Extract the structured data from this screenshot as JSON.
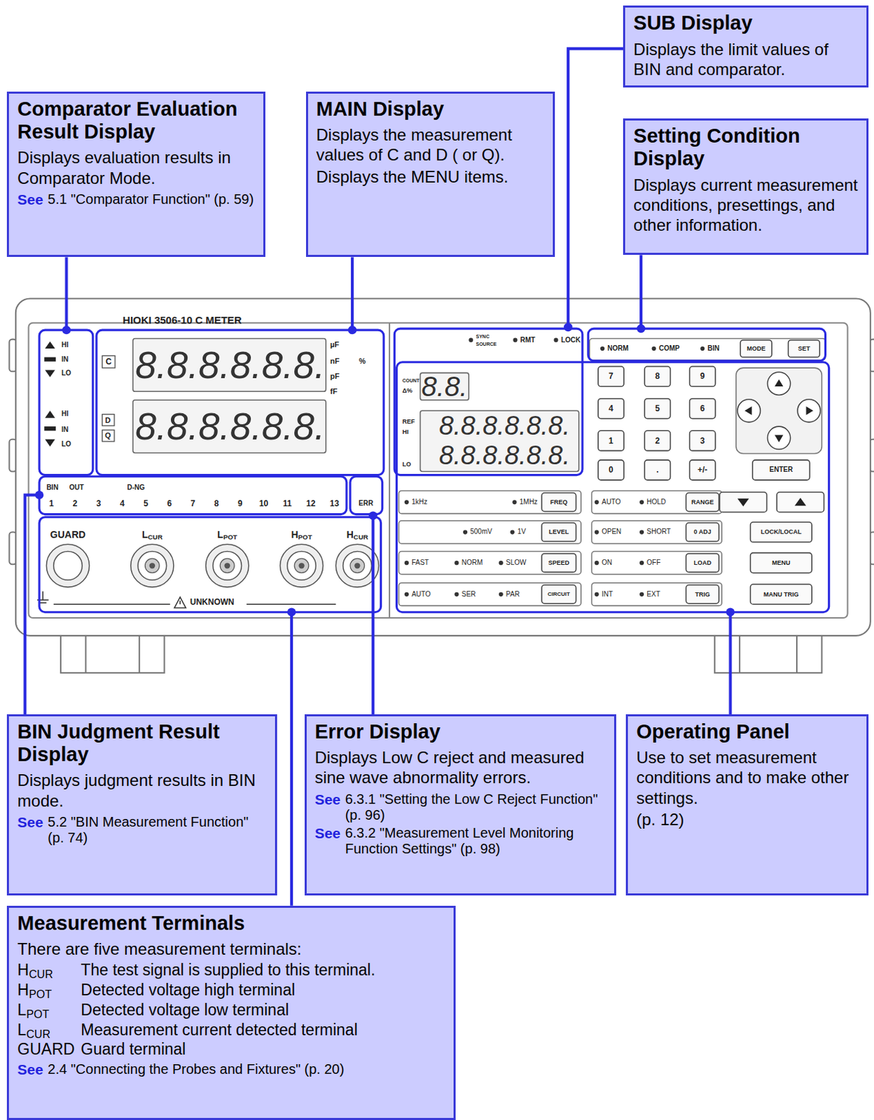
{
  "diagram": {
    "nodes": [
      {
        "text": [
          "SUB Display",
          "Displays the limit values of BIN and comparator."
        ]
      },
      {
        "text": [
          "Comparator Evaluation Result Display",
          "Displays evaluation results in Comparator Mode.",
          "See",
          "5.1 \"Comparator Function\" (p. 59)"
        ]
      },
      {
        "text": [
          "MAIN Display",
          "Displays the measurement values of C and D ( or Q).",
          "Displays the MENU items."
        ]
      },
      {
        "text": [
          "Setting Condition Display",
          "Displays current measurement conditions, presettings, and other information."
        ]
      },
      {
        "text": [
          "BIN Judgment Result Display",
          "Displays judgment results in BIN mode.",
          "See",
          "5.2 \"BIN Measurement Function\" (p. 74)"
        ]
      },
      {
        "text": [
          "Error Display",
          "Displays Low C reject and measured sine wave abnormality errors.",
          "See",
          "6.3.1 \"Setting the Low C Reject Function\" (p. 96)",
          "See",
          "6.3.2 \"Measurement Level Monitoring Function Settings\" (p. 98)"
        ]
      },
      {
        "text": [
          "Operating Panel",
          "Use to set measurement conditions and to make other settings.",
          "(p. 12)"
        ]
      },
      {
        "text": [
          "Measurement Terminals",
          "There are five measurement terminals:",
          "HCUR",
          "The test signal is supplied to this terminal.",
          "HPOT",
          "Detected voltage high terminal",
          "LPOT",
          "Detected voltage low terminal",
          "LCUR",
          "Measurement current detected terminal",
          "GUARD",
          "Guard terminal",
          "See",
          "2.4 \"Connecting the Probes and Fixtures\" (p. 20)"
        ]
      }
    ],
    "labels": [
      "HIOKI 3506-10 C METER",
      "HI",
      "IN",
      "LO",
      "HI",
      "IN",
      "LO",
      "C",
      "8.8.8.8.8.8.",
      "µF",
      "nF",
      "pF",
      "fF",
      "%",
      "D",
      "Q",
      "8.8.8.8.8.8.",
      "BIN",
      "OUT",
      "D-NG",
      "1",
      "2",
      "3",
      "4",
      "5",
      "6",
      "7",
      "8",
      "9",
      "10",
      "11",
      "12",
      "13",
      "ERR",
      "GUARD",
      "LCUR",
      "LPOT",
      "HPOT",
      "HCUR",
      "UNKNOWN",
      "SYNC",
      "SOURCE",
      "RMT",
      "LOCK",
      "COUNT",
      "Δ%",
      "8.8.",
      "REF",
      "HI",
      "8.8.8.8.8.8.",
      "LO",
      "8.8.8.8.8.8.",
      "NORM",
      "COMP",
      "BIN",
      "MODE",
      "SET",
      "7",
      "8",
      "9",
      "4",
      "5",
      "6",
      "1",
      "2",
      "3",
      "0",
      ".",
      "+/-",
      "ENTER",
      "1kHz",
      "1MHz",
      "FREQ",
      "AUTO",
      "HOLD",
      "RANGE",
      "500mV",
      "1V",
      "LEVEL",
      "OPEN",
      "SHORT",
      "0 ADJ",
      "LOCK/LOCAL",
      "FAST",
      "NORM",
      "SLOW",
      "SPEED",
      "ON",
      "OFF",
      "LOAD",
      "MENU",
      "AUTO",
      "SER",
      "PAR",
      "CIRCUIT",
      "INT",
      "EXT",
      "TRIG",
      "MANU TRIG"
    ]
  }
}
